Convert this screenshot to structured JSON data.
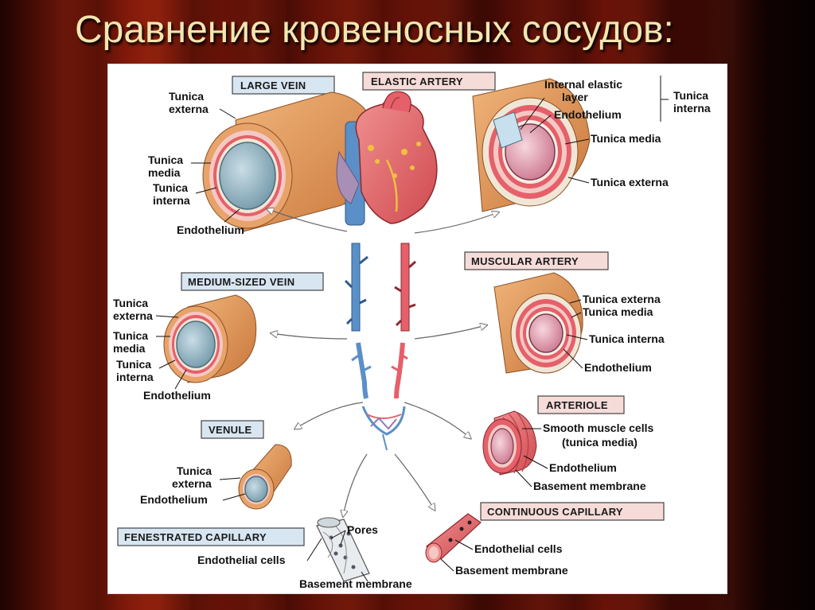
{
  "slide": {
    "title": "Сравнение кровеносных сосудов:"
  },
  "diagram": {
    "boxes": {
      "large_vein": "LARGE VEIN",
      "elastic_artery": "ELASTIC ARTERY",
      "medium_vein": "MEDIUM-SIZED VEIN",
      "muscular_artery": "MUSCULAR ARTERY",
      "venule": "VENULE",
      "arteriole": "ARTERIOLE",
      "fenestrated_capillary": "FENESTRATED CAPILLARY",
      "continuous_capillary": "CONTINUOUS CAPILLARY"
    },
    "large_vein": {
      "tunica_externa_1": "Tunica",
      "tunica_externa_2": "externa",
      "tunica_media_1": "Tunica",
      "tunica_media_2": "media",
      "tunica_interna_1": "Tunica",
      "tunica_interna_2": "interna",
      "endothelium": "Endothelium"
    },
    "elastic_artery": {
      "internal_elastic_1": "Internal elastic",
      "internal_elastic_2": "layer",
      "endothelium": "Endothelium",
      "tunica_interna_1": "Tunica",
      "tunica_interna_2": "interna",
      "tunica_media": "Tunica media",
      "tunica_externa": "Tunica externa"
    },
    "medium_vein": {
      "tunica_externa_1": "Tunica",
      "tunica_externa_2": "externa",
      "tunica_media_1": "Tunica",
      "tunica_media_2": "media",
      "tunica_interna_1": "Tunica",
      "tunica_interna_2": "interna",
      "endothelium": "Endothelium"
    },
    "muscular_artery": {
      "tunica_externa": "Tunica externa",
      "tunica_media": "Tunica media",
      "tunica_interna": "Tunica interna",
      "endothelium": "Endothelium"
    },
    "venule": {
      "tunica_externa_1": "Tunica",
      "tunica_externa_2": "externa",
      "endothelium": "Endothelium"
    },
    "arteriole": {
      "smooth_muscle_1": "Smooth muscle cells",
      "smooth_muscle_2": "(tunica media)",
      "endothelium": "Endothelium",
      "basement_membrane": "Basement membrane"
    },
    "fenestrated_capillary": {
      "pores": "Pores",
      "endothelial_cells": "Endothelial cells",
      "basement_membrane": "Basement membrane"
    },
    "continuous_capillary": {
      "endothelial_cells": "Endothelial cells",
      "basement_membrane": "Basement membrane"
    }
  },
  "colors": {
    "vein_blue": "#5b8fc7",
    "artery_red": "#e5606a",
    "externa_tan": "#d98f4c",
    "box_blue_fill": "#d8e6f2",
    "box_red_fill": "#f6dcd8",
    "title_color": "#f2e6b0"
  }
}
